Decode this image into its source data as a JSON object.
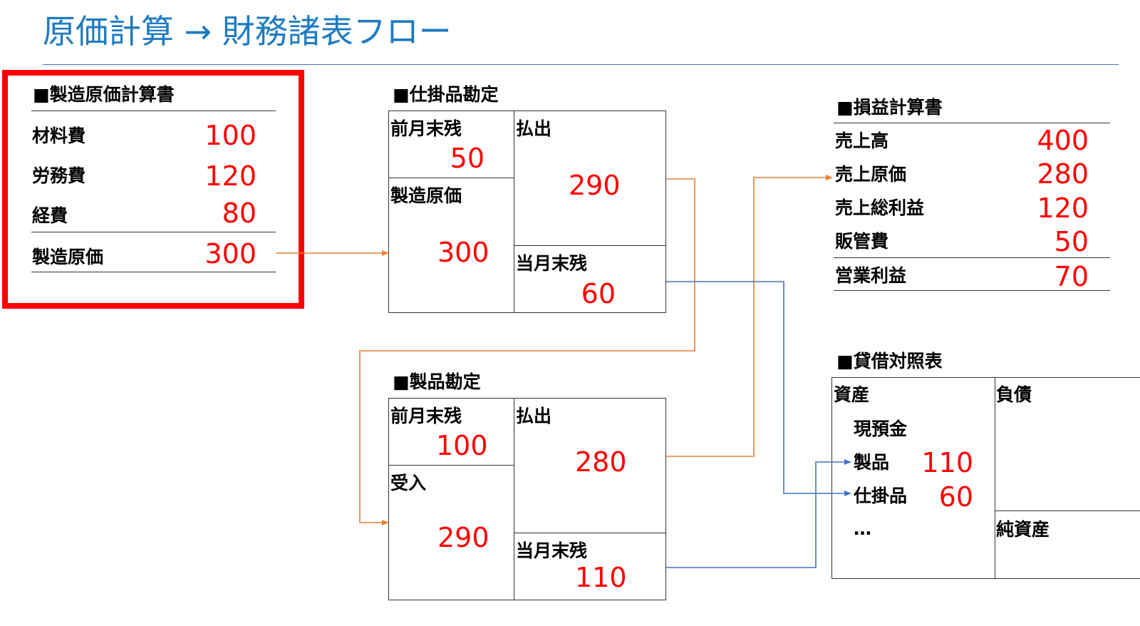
{
  "title": "原価計算 → 財務諸表フロー",
  "colors": {
    "title": "#1f7bc1",
    "highlight": "#ff0000",
    "orange_arrow": "#ed7d31",
    "blue_arrow": "#4472c4"
  },
  "mfg_cost_report": {
    "heading": "■製造原価計算書",
    "rows": [
      {
        "label": "材料費",
        "value": "100"
      },
      {
        "label": "労務費",
        "value": "120"
      },
      {
        "label": "経費",
        "value": "80"
      }
    ],
    "total": {
      "label": "製造原価",
      "value": "300"
    }
  },
  "wip_account": {
    "heading": "■仕掛品勘定",
    "opening_label": "前月末残",
    "opening_value": "50",
    "in_label": "製造原価",
    "in_value": "300",
    "out_label": "払出",
    "out_value": "290",
    "closing_label": "当月末残",
    "closing_value": "60"
  },
  "product_account": {
    "heading": "■製品勘定",
    "opening_label": "前月末残",
    "opening_value": "100",
    "in_label": "受入",
    "in_value": "290",
    "out_label": "払出",
    "out_value": "280",
    "closing_label": "当月末残",
    "closing_value": "110"
  },
  "income_statement": {
    "heading": "■損益計算書",
    "rows": [
      {
        "label": "売上高",
        "value": "400"
      },
      {
        "label": "売上原価",
        "value": "280"
      },
      {
        "label": "売上総利益",
        "value": "120"
      },
      {
        "label": "販管費",
        "value": "50"
      },
      {
        "label": "営業利益",
        "value": "70"
      }
    ]
  },
  "balance_sheet": {
    "heading": "■貸借対照表",
    "assets_label": "資産",
    "liabilities_label": "負債",
    "net_assets_label": "純資産",
    "items": [
      {
        "label": "現預金",
        "value": ""
      },
      {
        "label": "製品",
        "value": "110"
      },
      {
        "label": "仕掛品",
        "value": "60"
      },
      {
        "label": "…",
        "value": ""
      }
    ]
  }
}
